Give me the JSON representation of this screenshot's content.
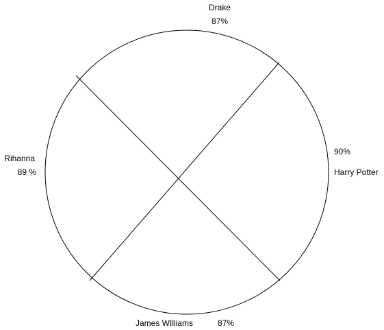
{
  "diagram": {
    "stroke_color": "#000000",
    "background_color": "#ffffff",
    "segments": [
      {
        "name": "Drake",
        "value": "87%"
      },
      {
        "name": "Harry Potter",
        "value": "90%"
      },
      {
        "name": "James WIlliams",
        "value": "87%"
      },
      {
        "name": "Rihanna",
        "value": "89 %"
      }
    ]
  }
}
